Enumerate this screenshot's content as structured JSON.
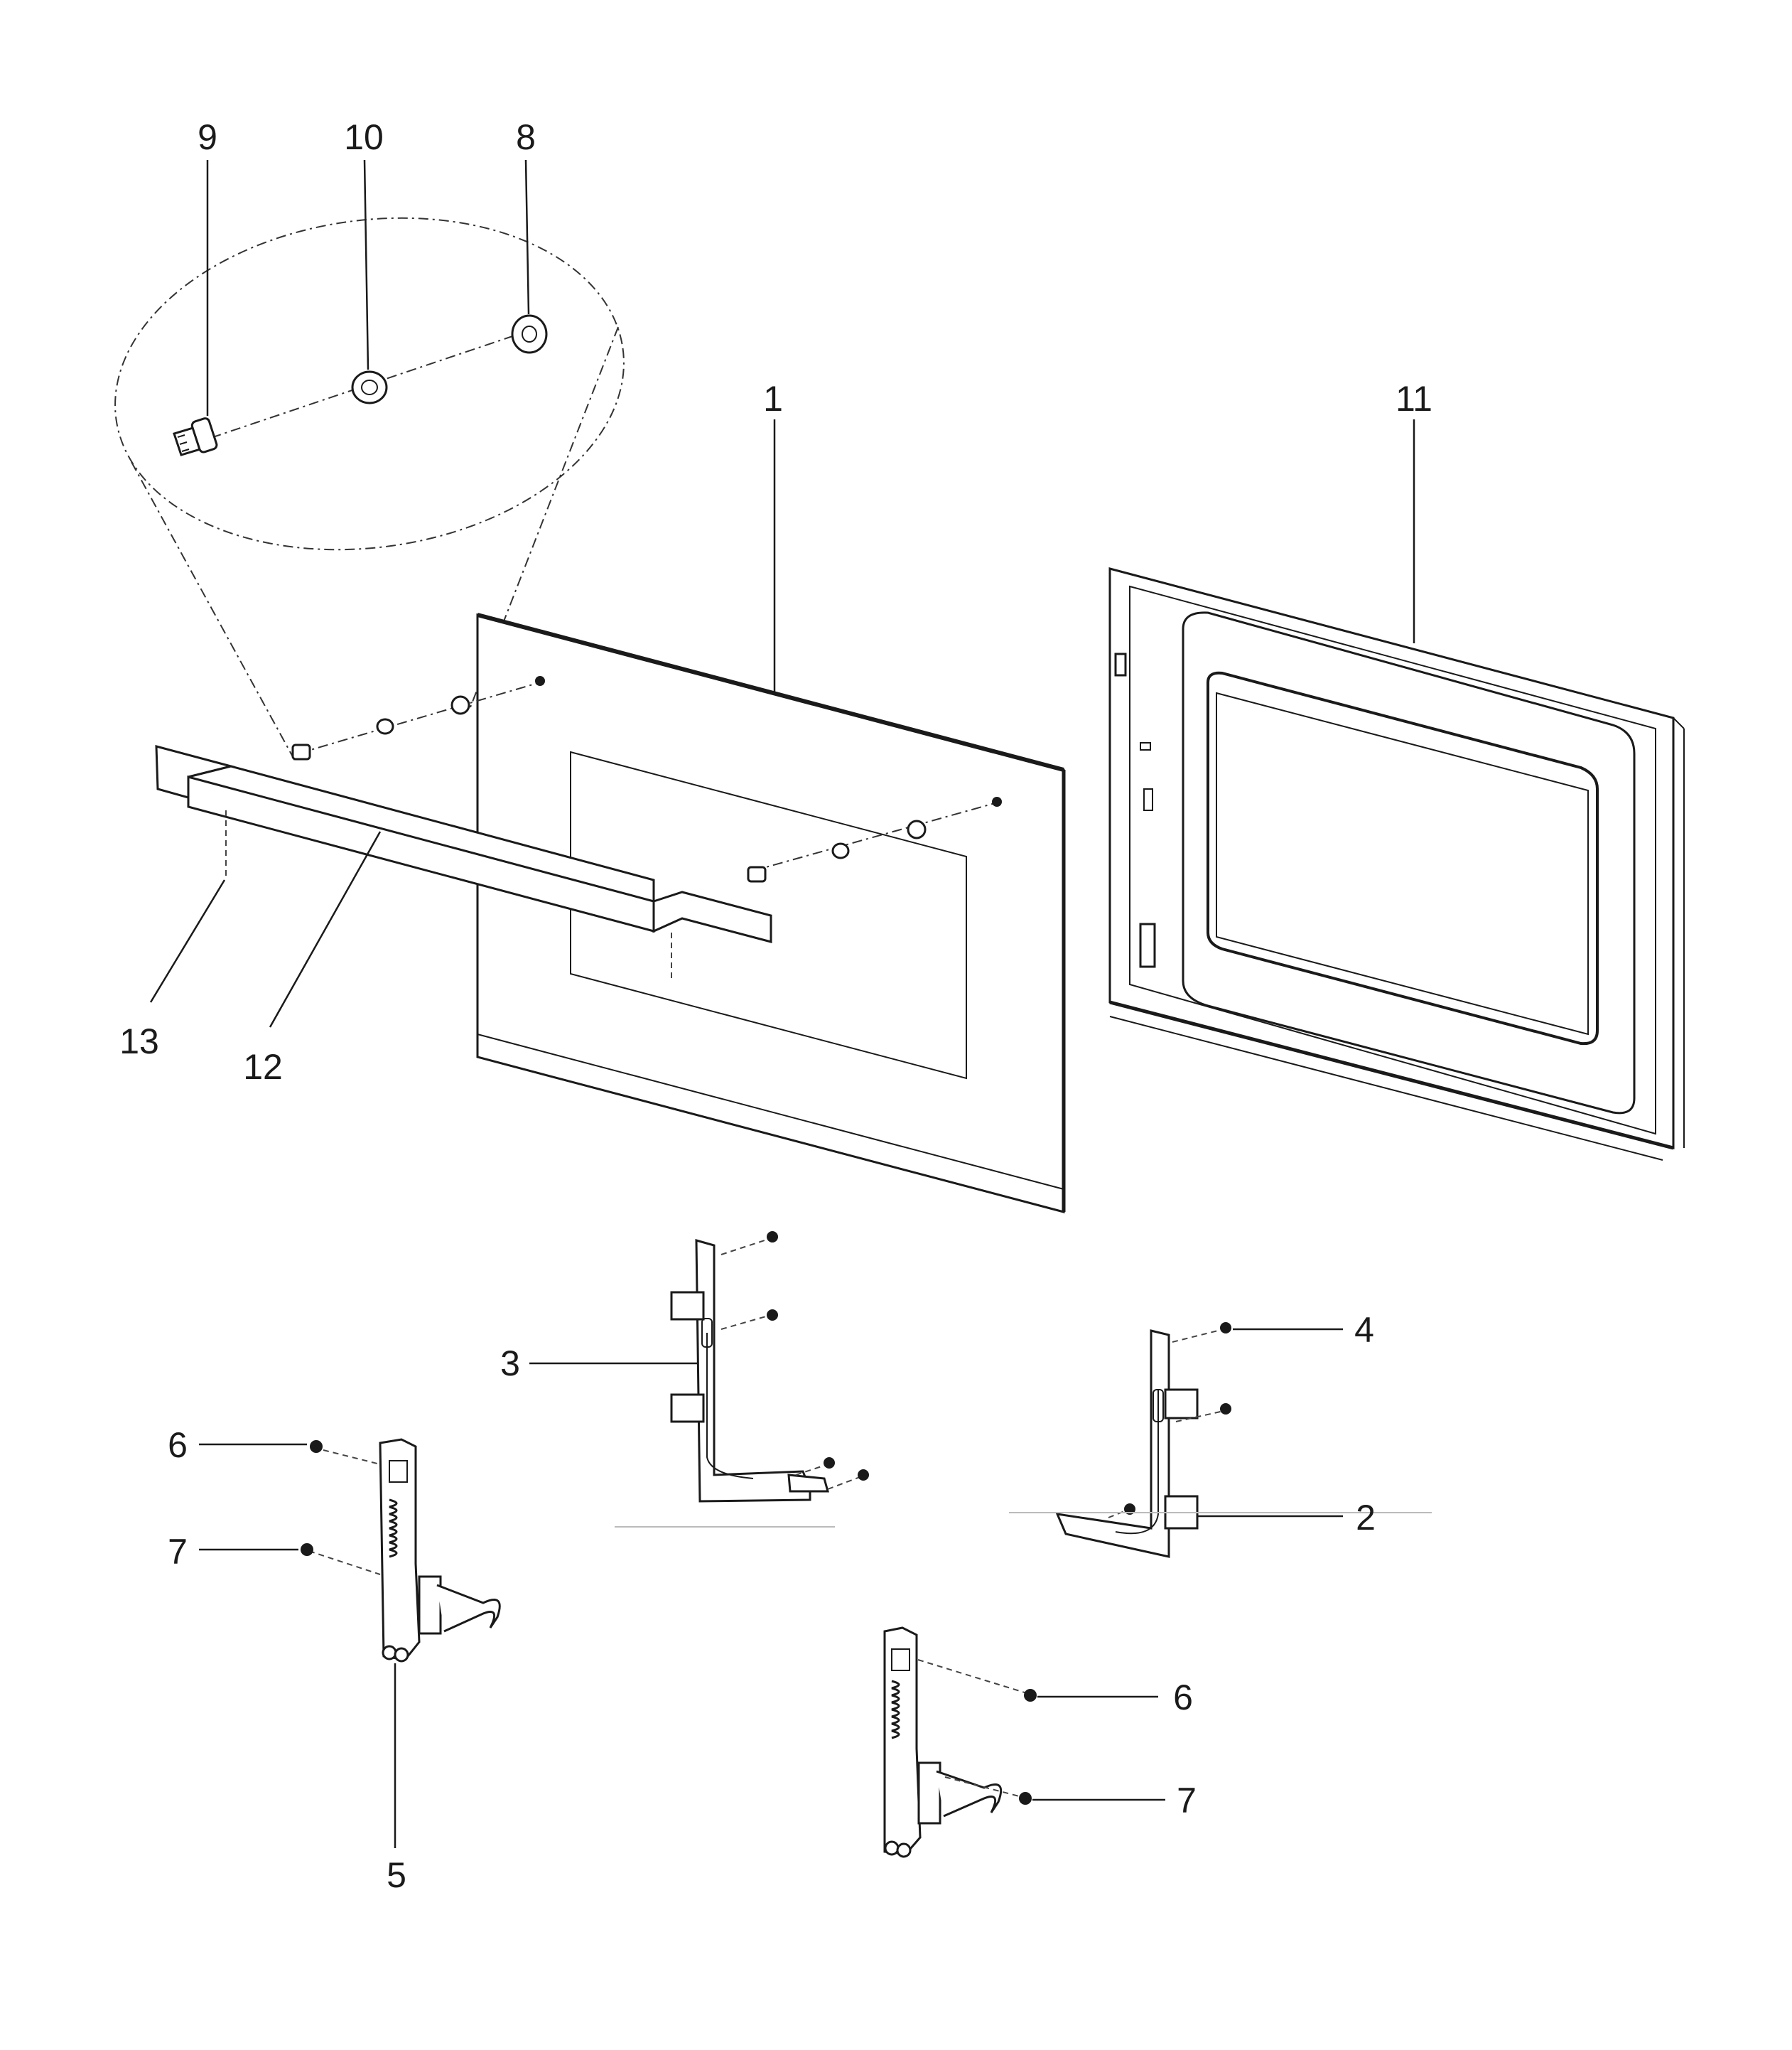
{
  "diagram": {
    "callouts": [
      {
        "id": "c9",
        "label": "9"
      },
      {
        "id": "c10",
        "label": "10"
      },
      {
        "id": "c8",
        "label": "8"
      },
      {
        "id": "c1",
        "label": "1"
      },
      {
        "id": "c11",
        "label": "11"
      },
      {
        "id": "c13",
        "label": "13"
      },
      {
        "id": "c12",
        "label": "12"
      },
      {
        "id": "c3",
        "label": "3"
      },
      {
        "id": "c4",
        "label": "4"
      },
      {
        "id": "c2",
        "label": "2"
      },
      {
        "id": "c6a",
        "label": "6"
      },
      {
        "id": "c7a",
        "label": "7"
      },
      {
        "id": "c5",
        "label": "5"
      },
      {
        "id": "c6b",
        "label": "6"
      },
      {
        "id": "c7b",
        "label": "7"
      }
    ]
  }
}
